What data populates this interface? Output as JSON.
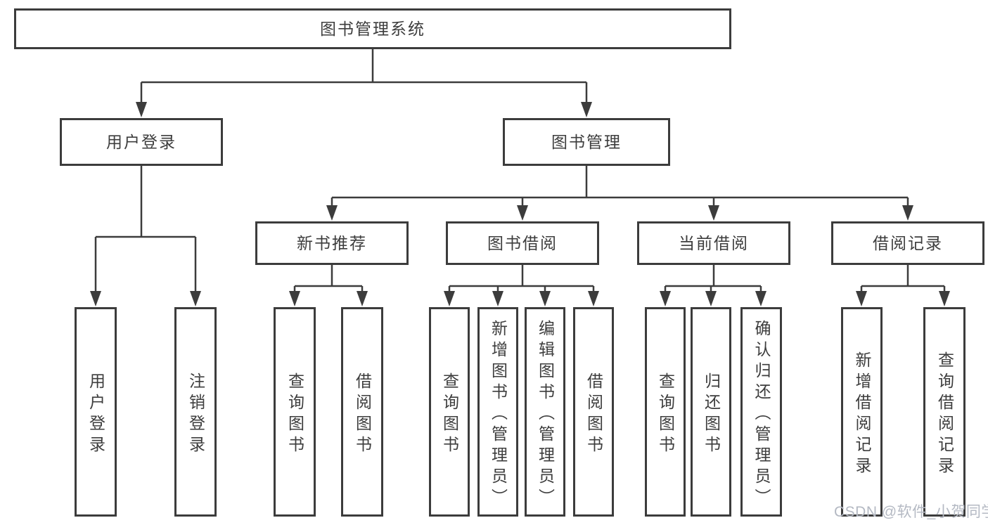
{
  "diagram": {
    "type": "hierarchy-tree",
    "root": "图书管理系统",
    "level2": [
      "用户登录",
      "图书管理"
    ],
    "level3": [
      "新书推荐",
      "图书借阅",
      "当前借阅",
      "借阅记录"
    ],
    "leaves": {
      "user_login": [
        "用户登录",
        "注销登录"
      ],
      "new_book_recommend": [
        "查询图书",
        "借阅图书"
      ],
      "book_borrow": [
        "查询图书",
        "新增图书（管理员）",
        "编辑图书（管理员）",
        "借阅图书"
      ],
      "current_borrow": [
        "查询图书",
        "归还图书",
        "确认归还（管理员）"
      ],
      "borrow_record": [
        "新增借阅记录",
        "查询借阅记录"
      ]
    }
  },
  "watermark": "CSDN @软件_小贺同学",
  "colors": {
    "line": "#3c3c3c",
    "box_border": "#3c3c3c",
    "text": "#3d3d3d",
    "background": "#ffffff",
    "watermark": "#b4b9c3"
  }
}
